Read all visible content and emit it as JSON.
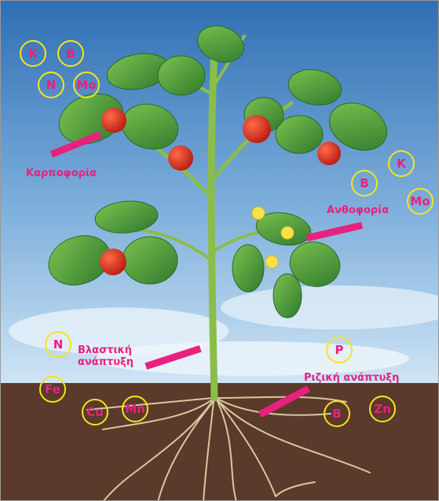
{
  "colors": {
    "sky_top": "#2f6fb4",
    "sky_bottom": "#cfe4f4",
    "soil": "#5a3a2a",
    "accent_pink": "#e8217f",
    "circle_yellow": "#f5e51c",
    "leaf_green": "#3f8f3a",
    "stem_green": "#8bbd4a",
    "tomato_red": "#d32a1e",
    "root_tan": "#d8c8a0"
  },
  "icons": [
    "tomato-plant-illustration",
    "arrow-indicator"
  ],
  "stages": {
    "fruiting": {
      "label": "Καρποφορία",
      "nutrients": [
        "K",
        "B",
        "N",
        "Mo"
      ]
    },
    "flowering": {
      "label": "Ανθοφορία",
      "nutrients": [
        "K",
        "B",
        "Mo"
      ]
    },
    "shoot_growth": {
      "label": "Βλαστική ανάπτυξη",
      "nutrients": [
        "N",
        "Fe",
        "Cu",
        "Mn"
      ]
    },
    "root_growth": {
      "label": "Ριζική ανάπτυξη",
      "nutrients": [
        "P",
        "B",
        "Zn"
      ]
    }
  }
}
